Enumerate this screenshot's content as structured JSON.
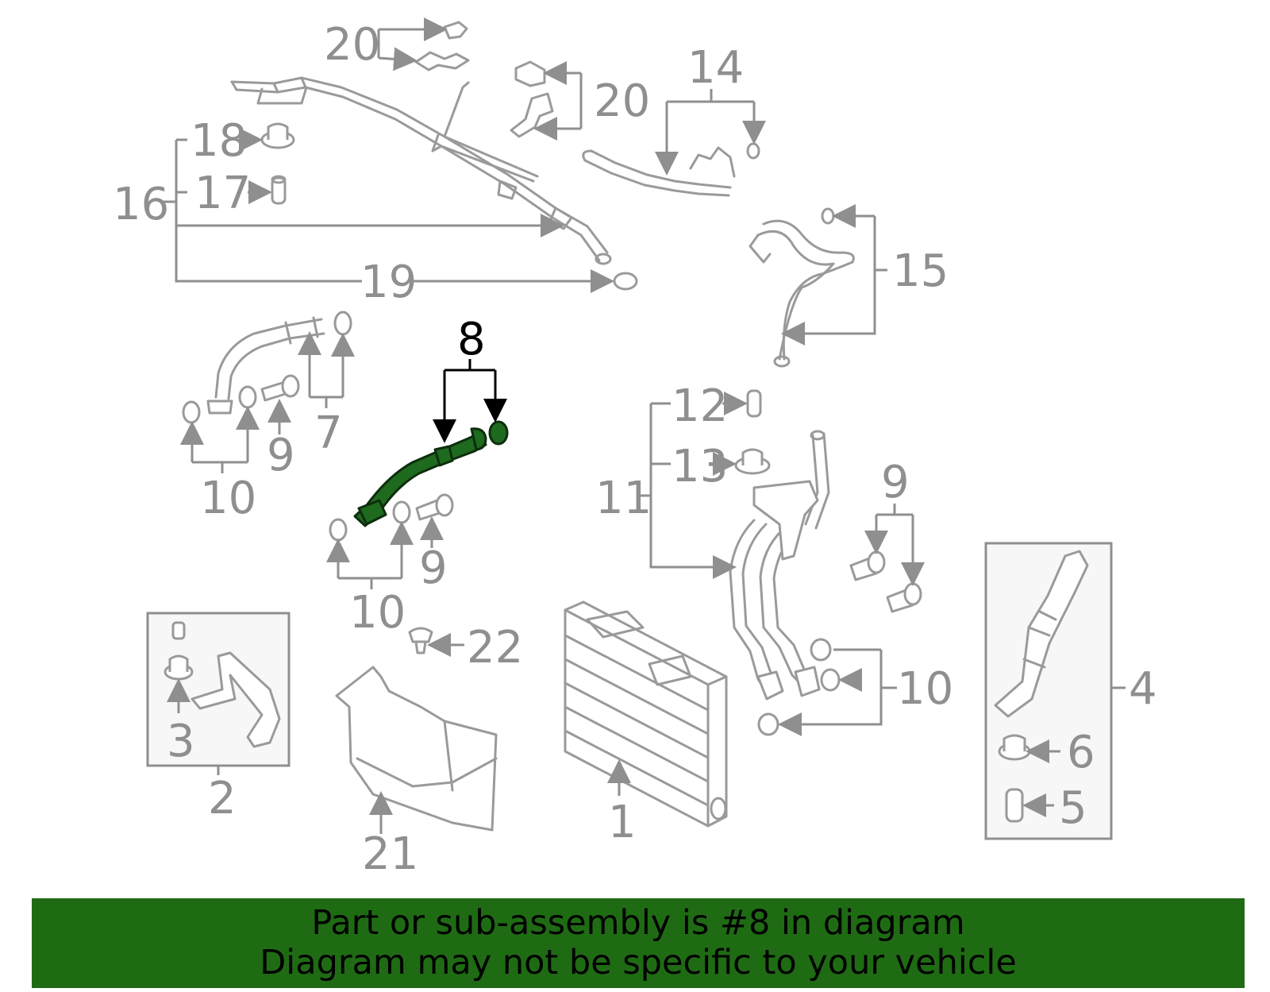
{
  "callouts": {
    "c1": "1",
    "c2": "2",
    "c3": "3",
    "c4": "4",
    "c5": "5",
    "c6": "6",
    "c7": "7",
    "c8": "8",
    "c9a": "9",
    "c9b": "9",
    "c9c": "9",
    "c10a": "10",
    "c10b": "10",
    "c10c": "10",
    "c11": "11",
    "c12": "12",
    "c13": "13",
    "c14": "14",
    "c15": "15",
    "c16": "16",
    "c17": "17",
    "c18": "18",
    "c19": "19",
    "c20a": "20",
    "c20b": "20",
    "c21": "21",
    "c22": "22"
  },
  "highlight": {
    "part_number": "8",
    "color": "#1f6b14"
  },
  "banner": {
    "line1": "Part or sub-assembly is #8 in diagram",
    "line2": "Diagram may not be specific to your vehicle",
    "color": "#1f6b14"
  }
}
